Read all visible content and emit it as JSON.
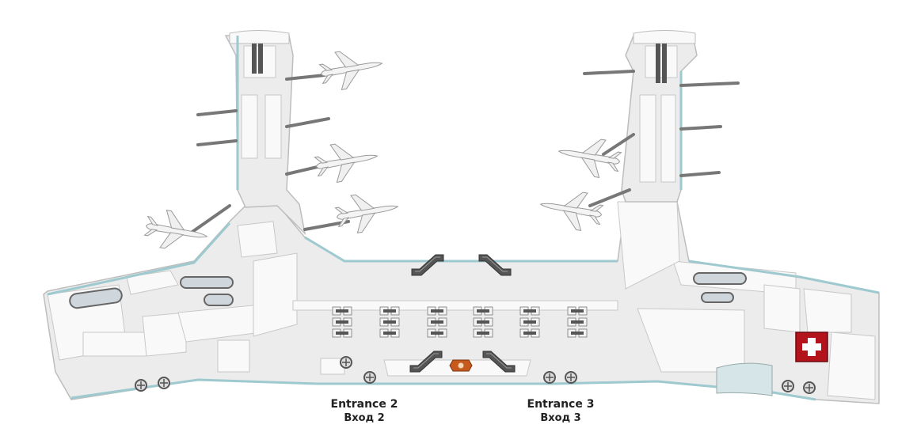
{
  "map": {
    "entrances": [
      {
        "en": "Entrance 2",
        "ru": "Вход 2"
      },
      {
        "en": "Entrance 3",
        "ru": "Вход 3"
      }
    ],
    "icons": {
      "first_aid": "first-aid-cross-icon",
      "info": "information-desk-icon",
      "airplane": "airplane-icon",
      "escalator": "escalator-icon",
      "revolving_door": "revolving-door-icon"
    },
    "colors": {
      "floor": "#ececec",
      "wall": "#f9f9f9",
      "glass": "#9ec9cf",
      "first_aid": "#b3141c",
      "info": "#c55a1c",
      "ground": "#ffffff"
    }
  }
}
